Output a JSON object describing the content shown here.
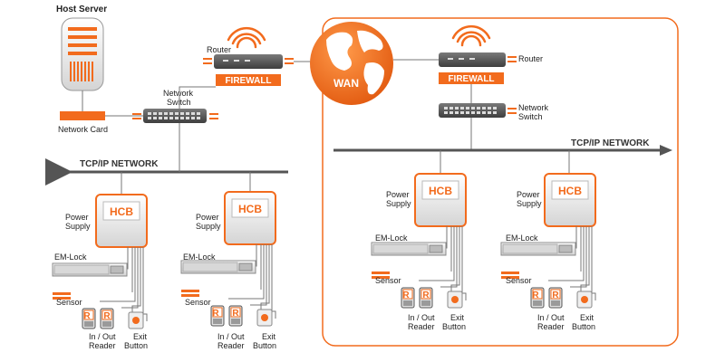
{
  "colors": {
    "accent": "#f26b1d",
    "line": "#8a8a8a",
    "dark": "#4a4a4a"
  },
  "host": {
    "title": "Host Server",
    "network_card": "Network Card"
  },
  "left": {
    "router": "Router",
    "firewall": "FIREWALL",
    "switch": "Network Switch",
    "network": "TCP/IP NETWORK"
  },
  "wan": "WAN",
  "right": {
    "router": "Router",
    "firewall": "FIREWALL",
    "switch": "Network Switch",
    "network": "TCP/IP NETWORK"
  },
  "hcb": {
    "label": "HCB",
    "power_supply": "Power Supply",
    "em_lock": "EM-Lock",
    "sensor": "Sensor",
    "reader": "In / Out Reader",
    "reader_icon": "R",
    "exit_button": "Exit Button"
  }
}
